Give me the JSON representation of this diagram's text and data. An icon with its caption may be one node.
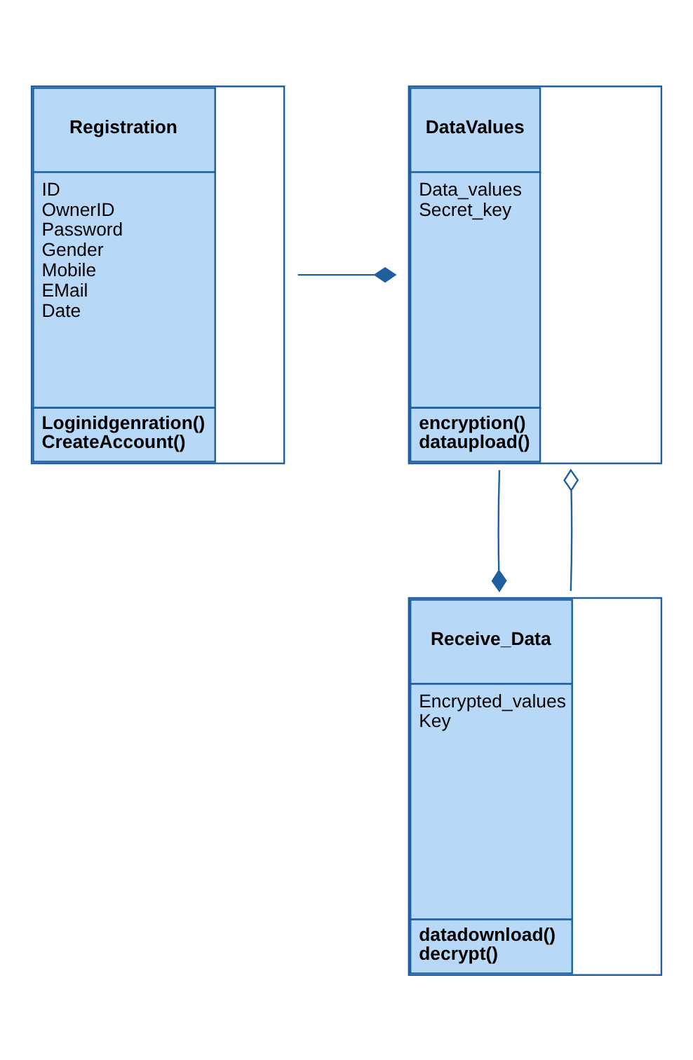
{
  "diagram": {
    "nodes": [
      {
        "text": [
          "Registration",
          "ID OwnerID Password Gender Mobile EMail Date",
          "Loginidgenration() CreateAccount()"
        ]
      },
      {
        "text": [
          "DataValues",
          "Data_values Secret_key",
          "encryption() dataupload()"
        ]
      },
      {
        "text": [
          "Receive_Data",
          "Encrypted_values Key",
          "datadownload() decrypt()"
        ]
      }
    ],
    "edges": [
      {
        "from": 0,
        "to": 1,
        "arrow": "other"
      },
      {
        "from": 1,
        "to": 2,
        "arrow": "other"
      },
      {
        "from": 2,
        "to": 1,
        "arrow": "other"
      }
    ]
  }
}
